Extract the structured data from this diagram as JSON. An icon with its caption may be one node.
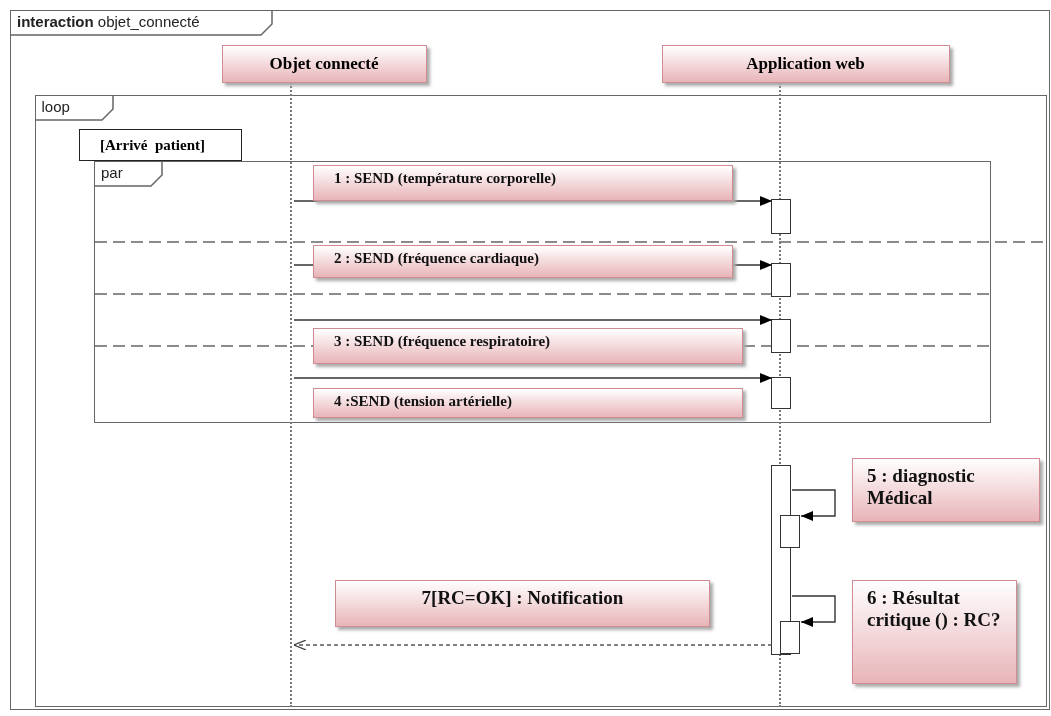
{
  "diagram": {
    "nodes": [
      {
        "text": [
          "**interaction** objet_connecté"
        ]
      },
      {
        "text": [
          "Objet connecté"
        ],
        "in": 0
      },
      {
        "text": [
          "Application web"
        ],
        "in": 0
      },
      {
        "text": [
          "loop"
        ],
        "in": 0
      },
      {
        "text": [
          "[Arrivé  patient]"
        ],
        "in": 3
      },
      {
        "text": [
          "par"
        ],
        "in": 3
      },
      {
        "text": [],
        "shape": "bar",
        "in": 5
      },
      {
        "text": [],
        "shape": "bar",
        "in": 5
      },
      {
        "text": [],
        "shape": "bar",
        "in": 5
      },
      {
        "text": [],
        "shape": "bar",
        "in": 5
      },
      {
        "text": [],
        "shape": "bar",
        "in": 3
      },
      {
        "text": [],
        "shape": "bar",
        "in": 3
      },
      {
        "text": [],
        "shape": "bar",
        "in": 3
      },
      {
        "text": [],
        "shape": "line",
        "in": 3
      },
      {
        "text": [],
        "shape": "line",
        "in": 3
      }
    ],
    "edges": [
      {
        "from": 13,
        "to": 6,
        "arrow": "to",
        "label": "1 : SEND (température corporelle)"
      },
      {
        "from": 13,
        "to": 7,
        "arrow": "to",
        "label": "2 : SEND (fréquence cardiaque)"
      },
      {
        "from": 13,
        "to": 8,
        "arrow": "to",
        "label": "3 : SEND (fréquence respiratoire)"
      },
      {
        "from": 13,
        "to": 9,
        "arrow": "to",
        "label": "4 :SEND (tension artérielle)"
      },
      {
        "from": 10,
        "to": 11,
        "arrow": "to",
        "label": "5 : diagnostic Médical"
      },
      {
        "from": 10,
        "to": 12,
        "arrow": "to",
        "label": "6 : Résultat critique () : RC?"
      },
      {
        "from": 10,
        "to": 13,
        "arrow": "to",
        "label": "7[RC=OK] : Notification",
        "style": "dashed"
      }
    ]
  }
}
